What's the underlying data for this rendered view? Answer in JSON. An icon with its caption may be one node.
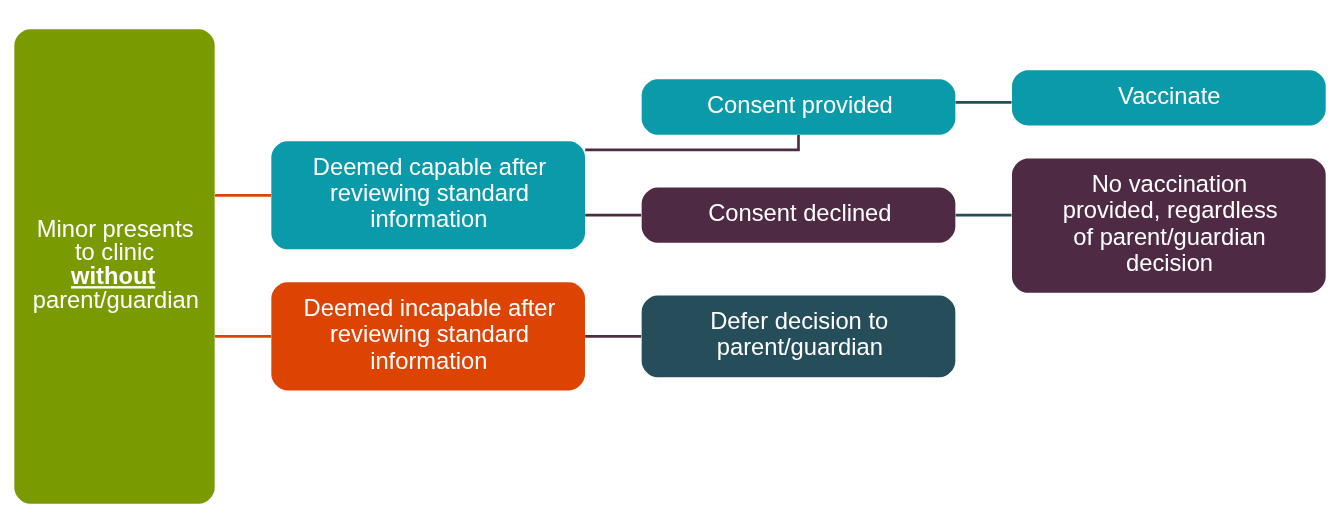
{
  "diagram": {
    "nodes": [
      {
        "text": [
          "Minor presents to clinic **without** parent/guardian"
        ]
      },
      {
        "text": [
          "Deemed capable after reviewing standard information"
        ]
      },
      {
        "text": [
          "Deemed incapable after reviewing standard information"
        ]
      },
      {
        "text": [
          "Consent provided"
        ]
      },
      {
        "text": [
          "Consent declined"
        ]
      },
      {
        "text": [
          "Defer decision to parent/guardian"
        ]
      },
      {
        "text": [
          "Vaccinate"
        ]
      },
      {
        "text": [
          "No vaccination provided, regardless of parent/guardian decision"
        ]
      }
    ],
    "edges": [
      {
        "from": 0,
        "to": 1,
        "arrow": "none",
        "color": "#dd4404"
      },
      {
        "from": 0,
        "to": 2,
        "arrow": "none",
        "color": "#dd4404"
      },
      {
        "from": 1,
        "to": 3,
        "arrow": "none",
        "color": "#4f2a44"
      },
      {
        "from": 1,
        "to": 4,
        "arrow": "none",
        "color": "#4f2a44"
      },
      {
        "from": 2,
        "to": 5,
        "arrow": "none",
        "color": "#4f2a44"
      },
      {
        "from": 3,
        "to": 6,
        "arrow": "none",
        "color": "#254e5a"
      },
      {
        "from": 4,
        "to": 7,
        "arrow": "none",
        "color": "#254e5a"
      }
    ]
  }
}
